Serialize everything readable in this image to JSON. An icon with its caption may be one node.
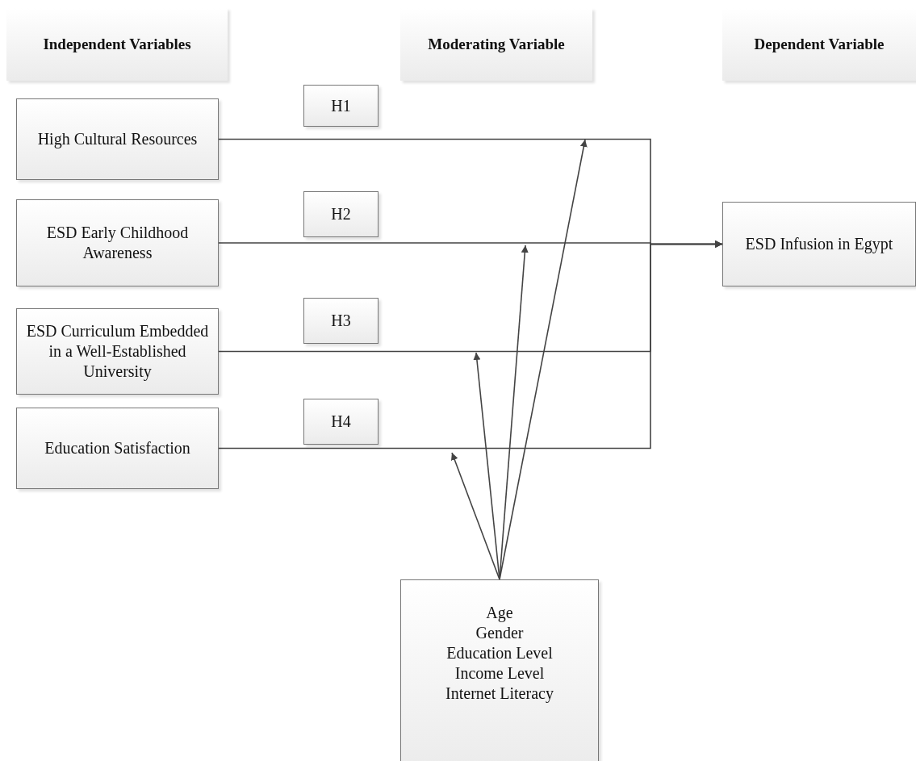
{
  "diagram": {
    "nodes": [
      {
        "text": [
          "Independent Variables"
        ]
      },
      {
        "text": [
          "Moderating Variable"
        ]
      },
      {
        "text": [
          "Dependent Variable"
        ]
      },
      {
        "text": [
          "H1"
        ]
      },
      {
        "text": [
          "High Cultural Resources"
        ]
      },
      {
        "text": [
          "H2"
        ]
      },
      {
        "text": [
          "ESD Early Childhood Awareness"
        ]
      },
      {
        "text": [
          "ESD Infusion in Egypt"
        ]
      },
      {
        "text": [
          "H3"
        ]
      },
      {
        "text": [
          "ESD Curriculum Embedded in a Well-Established University"
        ]
      },
      {
        "text": [
          "H4"
        ]
      },
      {
        "text": [
          "Education Satisfaction"
        ]
      },
      {
        "text": [
          "Age",
          "Gender",
          "Education Level",
          "Income Level",
          "Internet Literacy"
        ]
      }
    ],
    "edges": [
      {
        "from": 4,
        "to": 7,
        "arrow": "to"
      },
      {
        "from": 6,
        "to": 7,
        "arrow": "to"
      },
      {
        "from": 9,
        "to": 7,
        "arrow": "to"
      },
      {
        "from": 11,
        "to": 7,
        "arrow": "to"
      },
      {
        "from": 12,
        "to": null,
        "arrow": "to"
      },
      {
        "from": 12,
        "to": null,
        "arrow": "to"
      },
      {
        "from": 12,
        "to": null,
        "arrow": "to"
      },
      {
        "from": 12,
        "to": null,
        "arrow": "to"
      }
    ]
  }
}
